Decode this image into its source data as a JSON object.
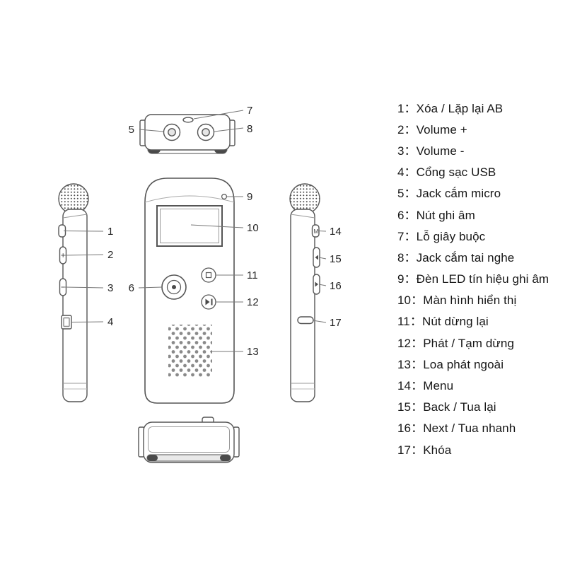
{
  "legend": {
    "items": [
      "1：Xóa / Lặp lại AB",
      "2：Volume +",
      "3：Volume -",
      "4：Cổng sạc USB",
      "5：Jack cắm micro",
      "6：Nút ghi âm",
      "7：Lỗ giây buộc",
      "8：Jack cắm tai nghe",
      "9：Đèn LED tín hiệu ghi âm",
      "10：Màn hình hiển thị",
      "11：Nút dừng lại",
      "12：Phát / Tạm dừng",
      "13：Loa phát ngoài",
      "14：Menu",
      "15：Back / Tua lại",
      "16：Next / Tua nhanh",
      "17：Khóa"
    ]
  },
  "callouts": {
    "c1": "1",
    "c2": "2",
    "c3": "3",
    "c4": "4",
    "c5": "5",
    "c6": "6",
    "c7": "7",
    "c8": "8",
    "c9": "9",
    "c10": "10",
    "c11": "11",
    "c12": "12",
    "c13": "13",
    "c14": "14",
    "c15": "15",
    "c16": "16",
    "c17": "17"
  },
  "glyphs": {
    "menu_button": "M"
  },
  "colors": {
    "line": "#555555",
    "leader": "#777777",
    "text": "#161616"
  }
}
